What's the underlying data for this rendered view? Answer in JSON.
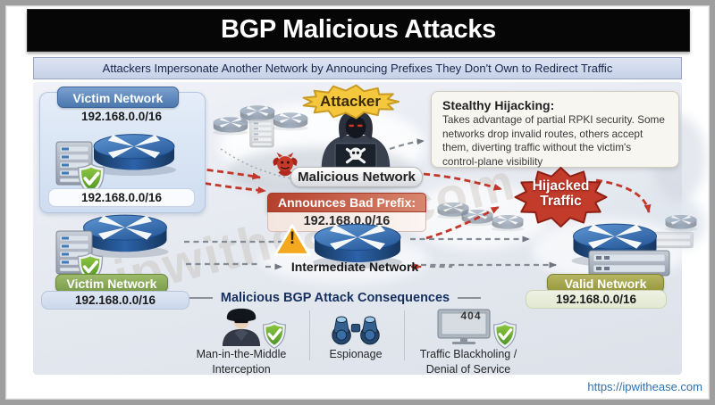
{
  "title": "BGP Malicious Attacks",
  "subtitle": "Attackers Impersonate Another Network by Announcing Prefixes They Don't Own to Redirect Traffic",
  "watermark": "ipwithease.com",
  "footer_url": "https://ipwithease.com",
  "victim_top": {
    "badge": "Victim Network",
    "prefix_top": "192.168.0.0/16",
    "prefix_bottom": "192.168.0.0/16"
  },
  "attacker": {
    "burst_label": "Attacker",
    "network_label": "Malicious Network"
  },
  "stealthy": {
    "title": "Stealthy Hijacking:",
    "body": "Takes advantage of partial RPKI security. Some networks drop invalid routes, others accept them, diverting traffic without the victim's control-plane visibility"
  },
  "announce": {
    "header": "Announces Bad Prefix:",
    "prefix": "192.168.0.0/16",
    "warning_mark": "!"
  },
  "intermediate": {
    "label": "Intermediate Network"
  },
  "victim_bottom": {
    "badge": "Victim Network",
    "prefix": "192.168.0.0/16"
  },
  "hijacked": {
    "line1": "Hijacked",
    "line2": "Traffic"
  },
  "valid": {
    "badge": "Valid Network",
    "prefix": "192.168.0.0/16"
  },
  "consequences": {
    "header": "Malicious BGP Attack Consequences",
    "items": [
      {
        "line1": "Man-in-the-Middle",
        "line2": "Interception"
      },
      {
        "line1": "Espionage",
        "line2": ""
      },
      {
        "line1": "Traffic Blackholing /",
        "line2": "Denial of Service",
        "error_code": "404"
      }
    ]
  },
  "colors": {
    "accent_red": "#c2372a",
    "router_blue": "#2c62a8",
    "victim_badge_blue": "#4a77ad",
    "victim_badge_green": "#7a9c49",
    "valid_badge_olive": "#96963c",
    "attacker_gold": "#f4c73c",
    "shield_green": "#5fae32",
    "link_blue": "#2f6fad"
  }
}
